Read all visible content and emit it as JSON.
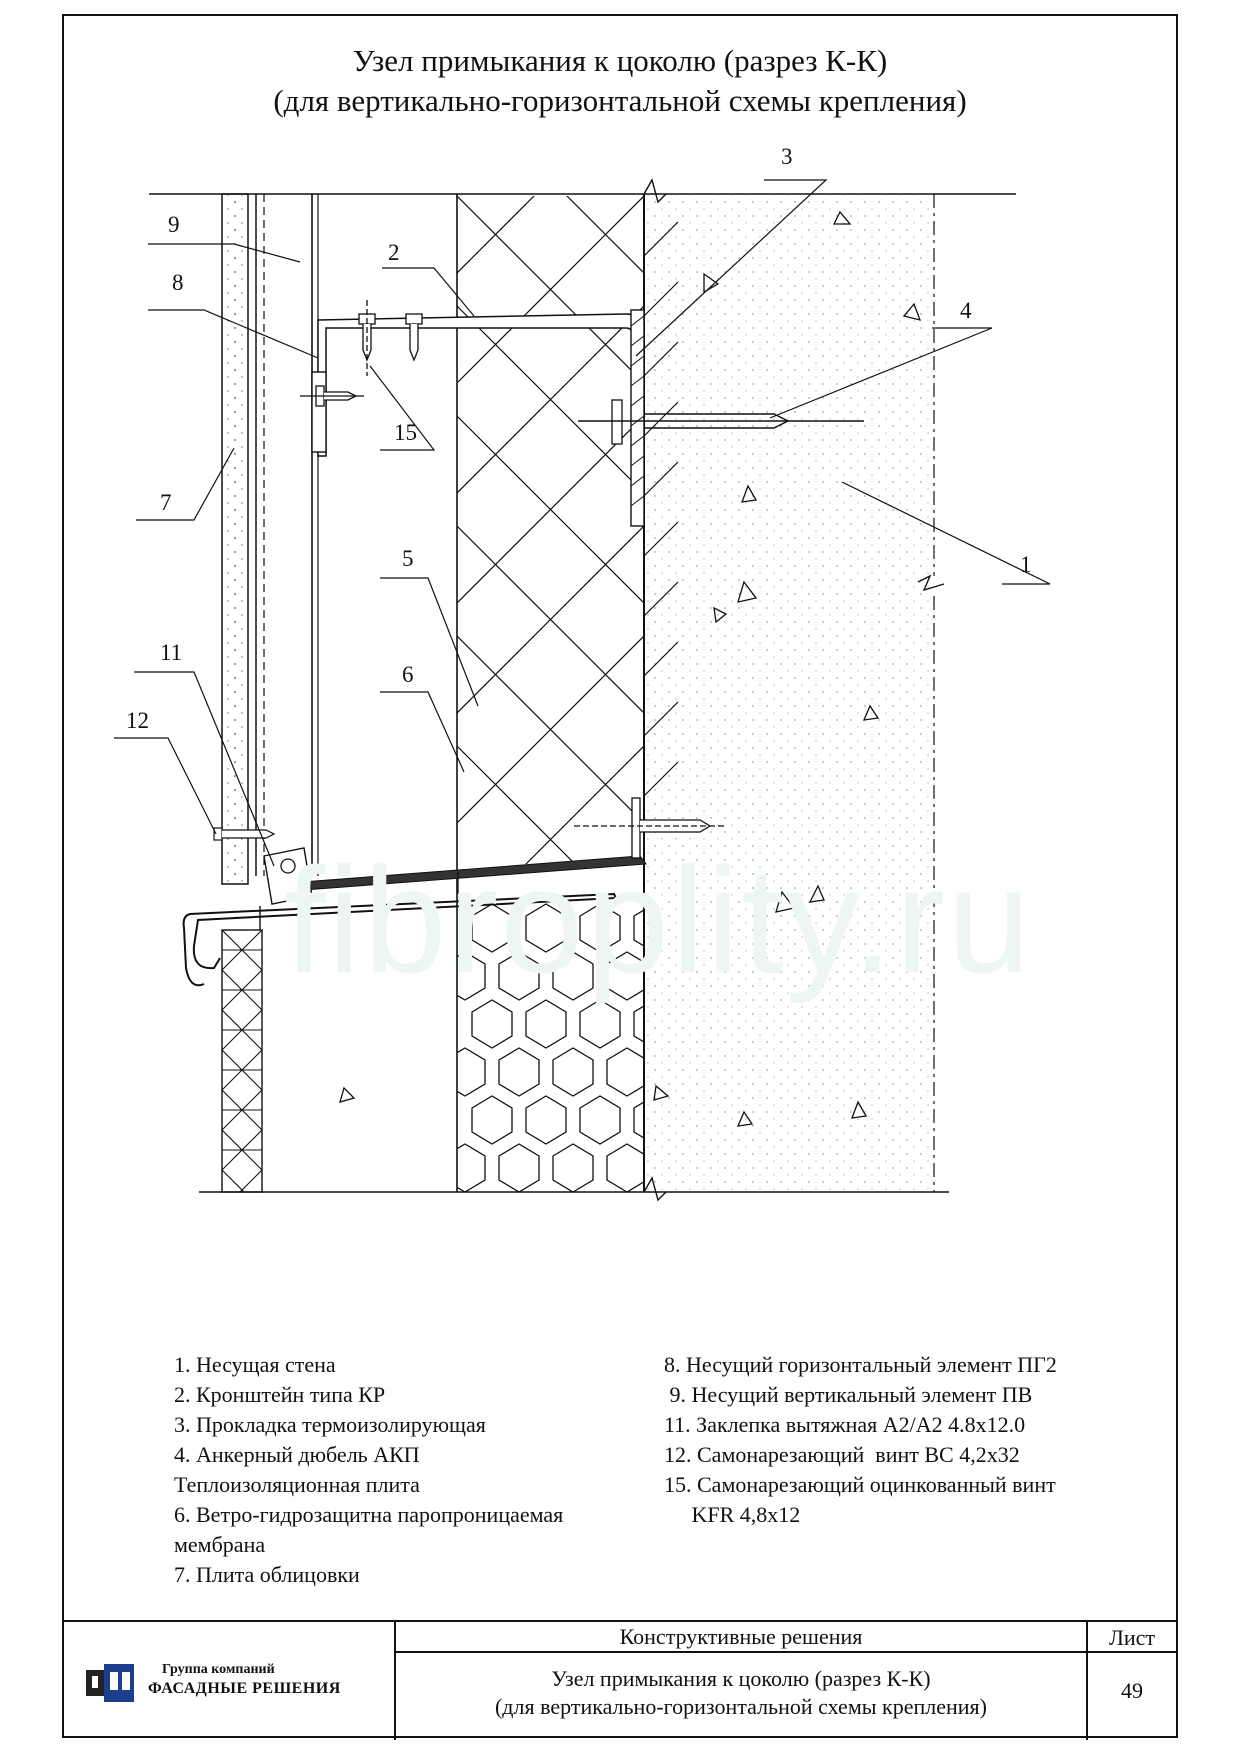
{
  "title": {
    "line1": "Узел примыкания к цоколю (разрез К-К)",
    "line2": "(для вертикально-горизонтальной схемы крепления)"
  },
  "callouts": {
    "c1": "1",
    "c2": "2",
    "c3": "3",
    "c4": "4",
    "c5": "5",
    "c6": "6",
    "c7": "7",
    "c8": "8",
    "c9": "9",
    "c11": "11",
    "c12": "12",
    "c15": "15"
  },
  "watermark": "fibroplity.ru",
  "legend": {
    "left": [
      "1. Несущая стена",
      "2. Кронштейн типа КР",
      "3. Прокладка термоизолирующая",
      "4. Анкерный дюбель АКП",
      "Теплоизоляционная плита",
      "6. Ветро-гидрозащитна паропроницаемая",
      "мембрана",
      "7. Плита облицовки"
    ],
    "right": [
      "8. Несущий горизонтальный элемент ПГ2",
      " 9. Несущий вертикальный элемент ПВ",
      "11. Заклепка вытяжная А2/А2 4.8х12.0",
      "12. Самонарезающий  винт ВС 4,2х32",
      "15. Самонарезающий оцинкованный винт",
      "     KFR 4,8х12"
    ]
  },
  "stamp": {
    "department": "Конструктивные решения",
    "sheet_label": "Лист",
    "description_line1": "Узел примыкания к цоколю (разрез К-К)",
    "description_line2": "(для вертикально-горизонтальной схемы крепления)",
    "sheet_number": "49",
    "company_line1": "Группа компаний",
    "company_line2": "ФАСАДНЫЕ РЕШЕНИЯ",
    "logo_icon": "facade-logo-icon",
    "logo_color": "#1c3e8c"
  }
}
